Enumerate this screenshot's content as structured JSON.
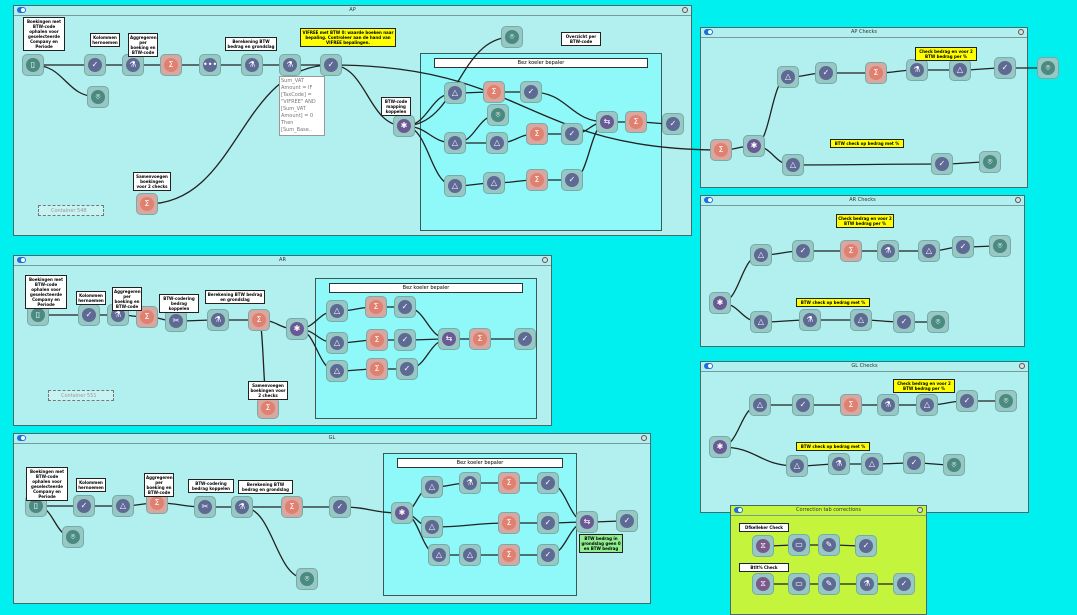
{
  "colors": {
    "canvas": "#00f0f0",
    "container": "#b2efef",
    "inner_container": "#8ff8f8",
    "correction_container": "#c4f53c",
    "annotation_highlight": "#ffff00",
    "tool_blue": "#5e6a94",
    "tool_sum": "#e08070"
  },
  "containers": {
    "ap": {
      "title": "AP",
      "inner_title": "Bez koeler bepaler",
      "formula": "Sum_VAT Amount = IF [TaxCode] = \"VIFREE\" AND [Sum_VAT Amount] = 0 Then [Sum_Base..",
      "collapsed": "Container 548"
    },
    "ar": {
      "title": "AR",
      "inner_title": "Bez koeler bepaler",
      "collapsed": "Container 551"
    },
    "gl": {
      "title": "GL",
      "inner_title": "Bez koeler bepaler"
    },
    "ap_checks": {
      "title": "AP Checks"
    },
    "ar_checks": {
      "title": "AR Checks"
    },
    "gl_checks": {
      "title": "GL Checks"
    },
    "correction": {
      "title": "Correction tab corrections",
      "labels": [
        "Dfkelleker Check",
        "Btlt% Check"
      ]
    }
  },
  "annotations": {
    "ap": [
      "Boekingen met BTW-code ophalen voor geselecteerde Company en Periode",
      "Kolommen hernoemen",
      "Aggregeren per boeking en BTW-code",
      "Berekening BTW bedrag en grondslag",
      "BTW-code mapping koppelen",
      "Overzicht per BTW-code",
      "Samenvoegen boekingen voor 2 checks"
    ],
    "ap_yellow": "VIFREE met BTW 0: waarde boeken naar bepaling. Controleer aan de hand van VIFREE bepalingen.",
    "ar": [
      "Boekingen met BTW-code ophalen voor geselecteerde Company en Periode",
      "Kolommen hernoemen",
      "Aggregeren per boeking en BTW-code",
      "BTW-codering bedrag koppelen",
      "Berekening BTW bedrag en grondslag",
      "Samenvoegen boekingen voor 2 checks"
    ],
    "gl": [
      "Boekingen met BTW-code ophalen voor geselecteerde Company en Periode",
      "Kolommen hernoemen",
      "Aggregeren per boeking en BTW-code",
      "BTW-codering bedrag koppelen",
      "Berekening BTW bedrag en grondslag"
    ],
    "gl_green": "BTW bedrag in grondslag geen 0 en BTW bedrag",
    "checks_top": "Check bedrag en voor 2 BTW bedrag per %",
    "checks_bottom": "BTW check op bedrag met %"
  }
}
